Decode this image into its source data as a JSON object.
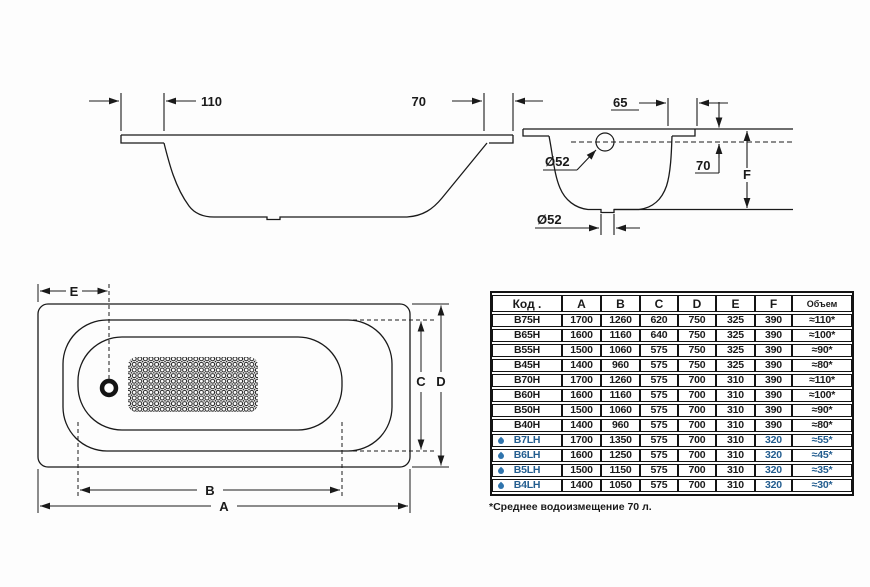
{
  "colors": {
    "line": "#1a1a1a",
    "accent_blue": "#235d8f",
    "drop_blue": "#2f74ad"
  },
  "side_view": {
    "overhang_left": "110",
    "overhang_right": "70"
  },
  "cross_section": {
    "rim_width": "65",
    "overflow_offset": "70",
    "depth_label": "F",
    "overflow_dia": "Ø52",
    "drain_dia": "Ø52"
  },
  "top_view": {
    "length_label": "A",
    "bottom_length_label": "B",
    "inner_width_label": "C",
    "width_label": "D",
    "drain_offset_label": "E"
  },
  "table": {
    "headers": [
      "Код .",
      "A",
      "B",
      "C",
      "D",
      "E",
      "F",
      "Объем"
    ],
    "rows": [
      {
        "code": "B75H",
        "values": [
          "1700",
          "1260",
          "620",
          "750",
          "325",
          "390"
        ],
        "volume": "≈110*",
        "highlight": false
      },
      {
        "code": "B65H",
        "values": [
          "1600",
          "1160",
          "640",
          "750",
          "325",
          "390"
        ],
        "volume": "≈100*",
        "highlight": false
      },
      {
        "code": "B55H",
        "values": [
          "1500",
          "1060",
          "575",
          "750",
          "325",
          "390"
        ],
        "volume": "≈90*",
        "highlight": false
      },
      {
        "code": "B45H",
        "values": [
          "1400",
          "960",
          "575",
          "750",
          "325",
          "390"
        ],
        "volume": "≈80*",
        "highlight": false
      },
      {
        "code": "B70H",
        "values": [
          "1700",
          "1260",
          "575",
          "700",
          "310",
          "390"
        ],
        "volume": "≈110*",
        "highlight": false
      },
      {
        "code": "B60H",
        "values": [
          "1600",
          "1160",
          "575",
          "700",
          "310",
          "390"
        ],
        "volume": "≈100*",
        "highlight": false
      },
      {
        "code": "B50H",
        "values": [
          "1500",
          "1060",
          "575",
          "700",
          "310",
          "390"
        ],
        "volume": "≈90*",
        "highlight": false
      },
      {
        "code": "B40H",
        "values": [
          "1400",
          "960",
          "575",
          "700",
          "310",
          "390"
        ],
        "volume": "≈80*",
        "highlight": false
      },
      {
        "code": "B7LH",
        "values": [
          "1700",
          "1350",
          "575",
          "700",
          "310",
          "320"
        ],
        "volume": "≈55*",
        "highlight": true
      },
      {
        "code": "B6LH",
        "values": [
          "1600",
          "1250",
          "575",
          "700",
          "310",
          "320"
        ],
        "volume": "≈45*",
        "highlight": true
      },
      {
        "code": "B5LH",
        "values": [
          "1500",
          "1150",
          "575",
          "700",
          "310",
          "320"
        ],
        "volume": "≈35*",
        "highlight": true
      },
      {
        "code": "B4LH",
        "values": [
          "1400",
          "1050",
          "575",
          "700",
          "310",
          "320"
        ],
        "volume": "≈30*",
        "highlight": true
      }
    ],
    "footnote": "*Среднее водоизмещение 70 л."
  }
}
